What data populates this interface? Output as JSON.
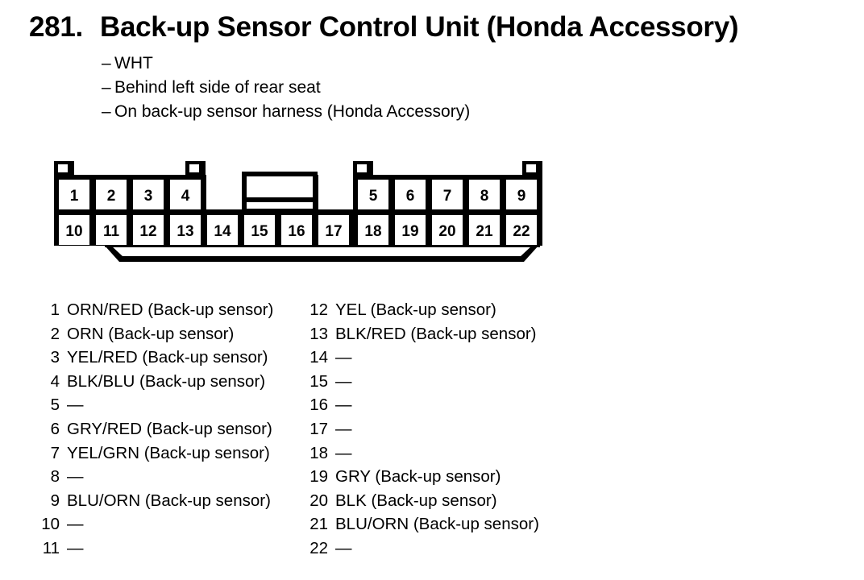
{
  "heading": {
    "number": "281.",
    "title": "Back-up Sensor Control Unit (Honda Accessory)"
  },
  "notes": [
    "WHT",
    "Behind left side of rear seat",
    "On back-up sensor harness (Honda Accessory)"
  ],
  "connector": {
    "top_row_cells": [
      "1",
      "2",
      "3",
      "4",
      "5",
      "6",
      "7",
      "8",
      "9"
    ],
    "bottom_row_cells": [
      "10",
      "11",
      "12",
      "13",
      "14",
      "15",
      "16",
      "17",
      "18",
      "19",
      "20",
      "21",
      "22"
    ],
    "outline_color": "#000000",
    "fill_color": "#ffffff"
  },
  "pins": {
    "left_column": [
      {
        "no": "1",
        "desc": "ORN/RED (Back-up sensor)"
      },
      {
        "no": "2",
        "desc": "ORN (Back-up sensor)"
      },
      {
        "no": "3",
        "desc": "YEL/RED (Back-up sensor)"
      },
      {
        "no": "4",
        "desc": "BLK/BLU (Back-up sensor)"
      },
      {
        "no": "5",
        "desc": "—"
      },
      {
        "no": "6",
        "desc": "GRY/RED (Back-up sensor)"
      },
      {
        "no": "7",
        "desc": "YEL/GRN (Back-up sensor)"
      },
      {
        "no": "8",
        "desc": "—"
      },
      {
        "no": "9",
        "desc": "BLU/ORN (Back-up sensor)"
      },
      {
        "no": "10",
        "desc": "—"
      },
      {
        "no": "11",
        "desc": "—"
      }
    ],
    "right_column": [
      {
        "no": "12",
        "desc": "YEL (Back-up sensor)"
      },
      {
        "no": "13",
        "desc": "BLK/RED (Back-up sensor)"
      },
      {
        "no": "14",
        "desc": "—"
      },
      {
        "no": "15",
        "desc": "—"
      },
      {
        "no": "16",
        "desc": "—"
      },
      {
        "no": "17",
        "desc": "—"
      },
      {
        "no": "18",
        "desc": "—"
      },
      {
        "no": "19",
        "desc": "GRY (Back-up sensor)"
      },
      {
        "no": "20",
        "desc": "BLK (Back-up sensor)"
      },
      {
        "no": "21",
        "desc": "BLU/ORN (Back-up sensor)"
      },
      {
        "no": "22",
        "desc": "—"
      }
    ]
  }
}
